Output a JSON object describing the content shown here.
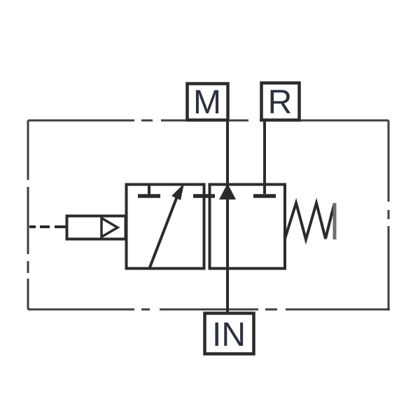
{
  "ports": {
    "top_left_label": "M",
    "top_right_label": "R",
    "bottom_label": "IN"
  },
  "colors": {
    "line": "#2b2b2b",
    "enclosure": "#3f3f3f",
    "label_text": "#2c3140",
    "box_fill": "#ffffff",
    "spring_end_bar": "#6f6f6f",
    "background": "#ffffff"
  },
  "symbols": {
    "enclosure": "chain-line-subplate-boundary",
    "valve": "two-position-three-way-valve",
    "left_position": "diagonal-flow-path",
    "right_position": "in-to-m-up-arrow",
    "blocked_ports": "tee-blocked-port",
    "actuator": "pneumatic-pilot-triangle",
    "return_element": "spring"
  }
}
